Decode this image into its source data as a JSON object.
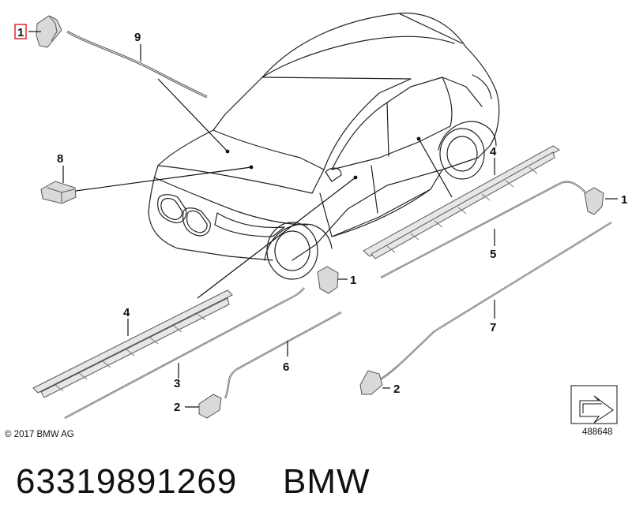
{
  "callouts": {
    "c1_top": "1",
    "c9": "9",
    "c8": "8",
    "c4_right": "4",
    "c1_right": "1",
    "c5": "5",
    "c1_mid": "1",
    "c4_left": "4",
    "c7": "7",
    "c6": "6",
    "c3": "3",
    "c2_left": "2",
    "c2_right": "2"
  },
  "copyright": "© 2017 BMW AG",
  "reference_number": "488648",
  "part_number": "63319891269",
  "brand": "BMW",
  "colors": {
    "line": "#111111",
    "part_fill": "#d9d9d9",
    "part_stroke": "#555555",
    "highlight_box": "#e0161b"
  }
}
